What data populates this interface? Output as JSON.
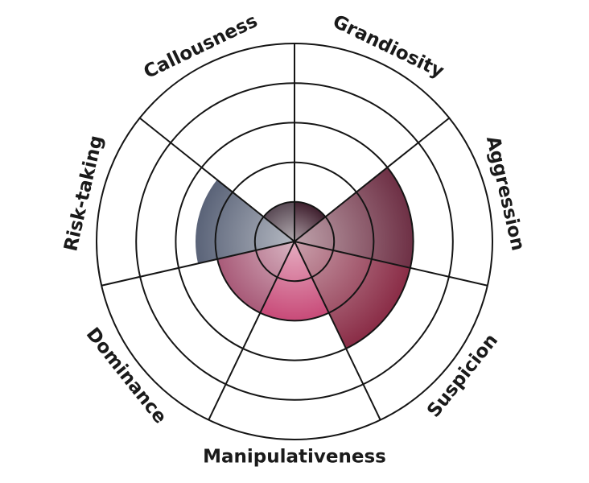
{
  "chart_data": {
    "type": "polar_area",
    "title": "",
    "categories": [
      "Grandiosity",
      "Aggression",
      "Suspicion",
      "Manipulativeness",
      "Dominance",
      "Risk-taking",
      "Callousness"
    ],
    "values": [
      1,
      3,
      3,
      2,
      2,
      2.5,
      1
    ],
    "rlim": [
      0,
      5
    ],
    "ring_ticks": [
      1,
      2,
      3,
      4,
      5
    ],
    "grid": true,
    "legend": "none",
    "colors": {
      "Grandiosity": "#3f1f2e",
      "Aggression": "#6e3045",
      "Suspicion": "#8a2c46",
      "Manipulativeness": "#c84a78",
      "Dominance": "#a85a78",
      "Risk-taking": "#5a6378",
      "Callousness": "#5a4a55"
    }
  }
}
